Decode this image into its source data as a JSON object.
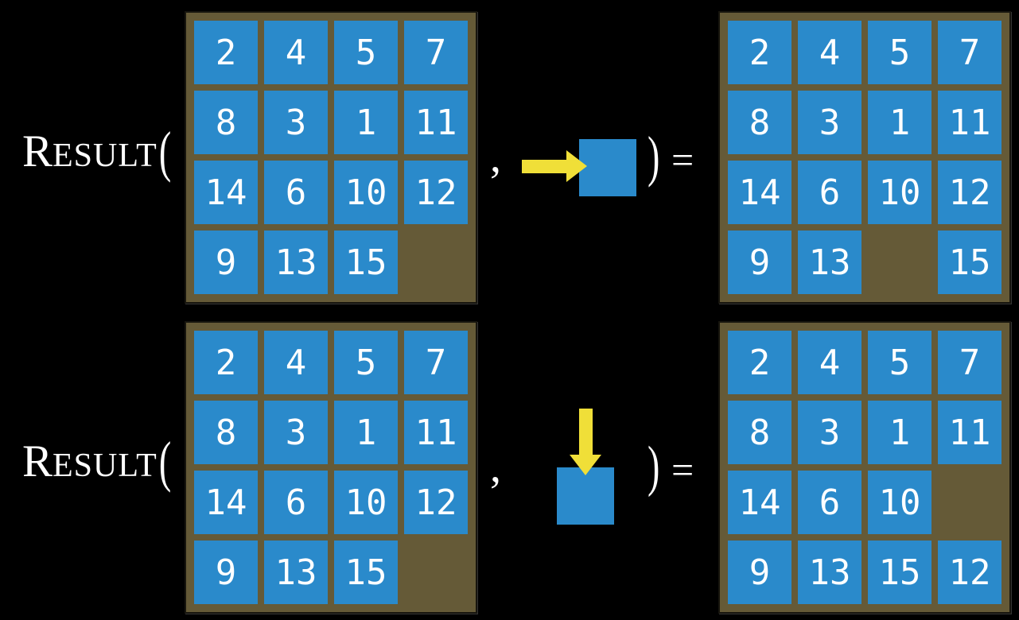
{
  "colors": {
    "page_bg": "#000000",
    "board_bg": "#655a37",
    "tile_blue": "#2a8acb",
    "tile_text": "#ffffff",
    "arrow_yellow": "#f0df38",
    "label_text": "#ffffff"
  },
  "syntax": {
    "function_cap": "R",
    "function_rest": "ESULT",
    "open_paren": "(",
    "comma": ",",
    "close_paren": ")",
    "equals": "="
  },
  "examples": [
    {
      "name": "slide-right",
      "move_direction": "right",
      "input_board": [
        [
          "2",
          "4",
          "5",
          "7"
        ],
        [
          "8",
          "3",
          "1",
          "11"
        ],
        [
          "14",
          "6",
          "10",
          "12"
        ],
        [
          "9",
          "13",
          "15",
          ""
        ]
      ],
      "output_board": [
        [
          "2",
          "4",
          "5",
          "7"
        ],
        [
          "8",
          "3",
          "1",
          "11"
        ],
        [
          "14",
          "6",
          "10",
          "12"
        ],
        [
          "9",
          "13",
          "",
          "15"
        ]
      ]
    },
    {
      "name": "slide-down",
      "move_direction": "down",
      "input_board": [
        [
          "2",
          "4",
          "5",
          "7"
        ],
        [
          "8",
          "3",
          "1",
          "11"
        ],
        [
          "14",
          "6",
          "10",
          "12"
        ],
        [
          "9",
          "13",
          "15",
          ""
        ]
      ],
      "output_board": [
        [
          "2",
          "4",
          "5",
          "7"
        ],
        [
          "8",
          "3",
          "1",
          "11"
        ],
        [
          "14",
          "6",
          "10",
          ""
        ],
        [
          "9",
          "13",
          "15",
          "12"
        ]
      ]
    }
  ]
}
